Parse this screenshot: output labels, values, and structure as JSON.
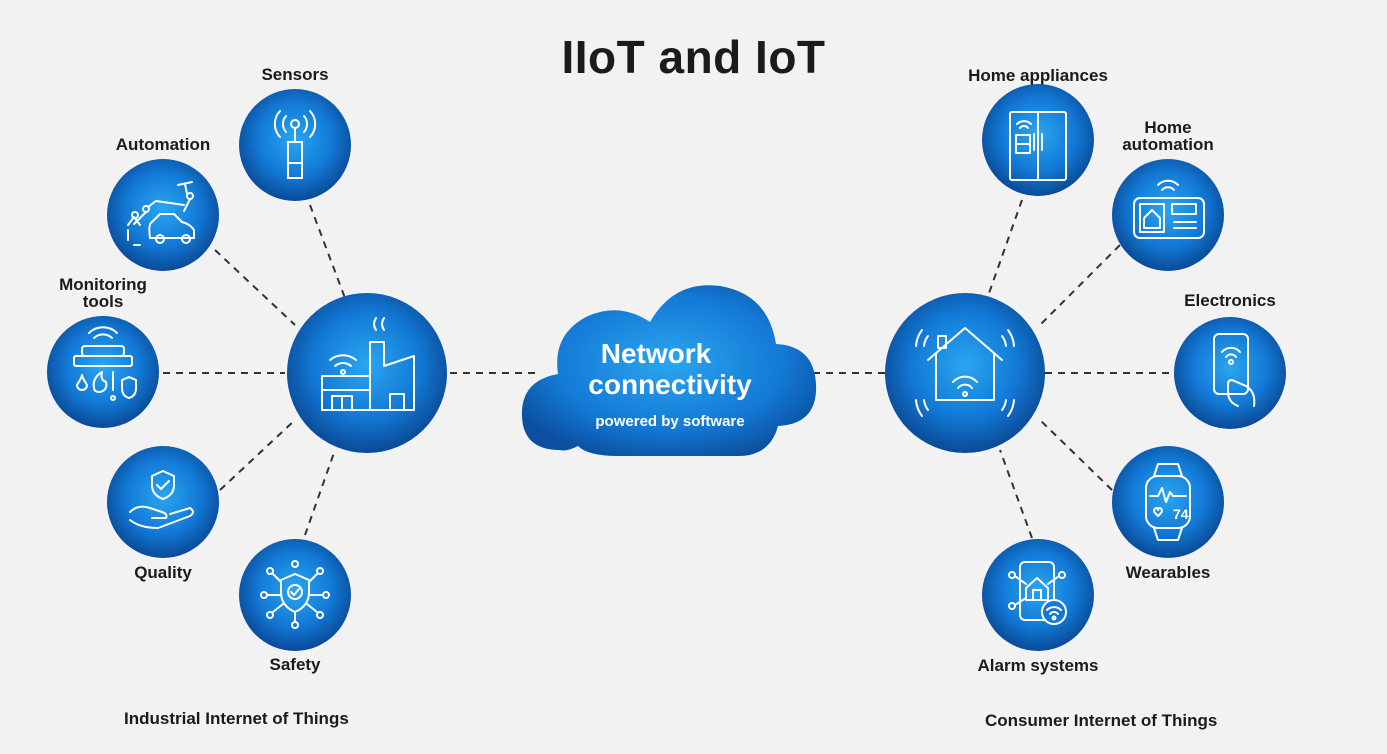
{
  "title": "IIoT and IoT",
  "center": {
    "line1": "Network",
    "line2": "connectivity",
    "sub": "powered by software"
  },
  "industrial": {
    "footer": "Industrial Internet of Things",
    "nodes": [
      {
        "label": "Sensors",
        "icon": "antenna-sensor-icon"
      },
      {
        "label": "Automation",
        "icon": "robot-arm-car-icon"
      },
      {
        "label_line1": "Monitoring",
        "label_line2": "tools",
        "icon": "monitoring-device-icon"
      },
      {
        "label": "Quality",
        "icon": "hand-shield-icon"
      },
      {
        "label": "Safety",
        "icon": "shield-network-icon"
      }
    ],
    "hub_icon": "factory-wifi-icon"
  },
  "consumer": {
    "footer": "Consumer Internet of Things",
    "nodes": [
      {
        "label": "Home appliances",
        "icon": "smart-fridge-icon"
      },
      {
        "label_line1": "Home",
        "label_line2": "automation",
        "icon": "smart-panel-icon"
      },
      {
        "label": "Electronics",
        "icon": "smartphone-hand-icon"
      },
      {
        "label": "Wearables",
        "icon": "smartwatch-icon",
        "watch_value": "74"
      },
      {
        "label": "Alarm systems",
        "icon": "alarm-network-icon"
      }
    ],
    "hub_icon": "smart-home-icon"
  },
  "colors": {
    "background": "#f2f2f2",
    "blue_dark": "#0a4f9c",
    "blue_light": "#2a9be8",
    "line": "#333333"
  }
}
